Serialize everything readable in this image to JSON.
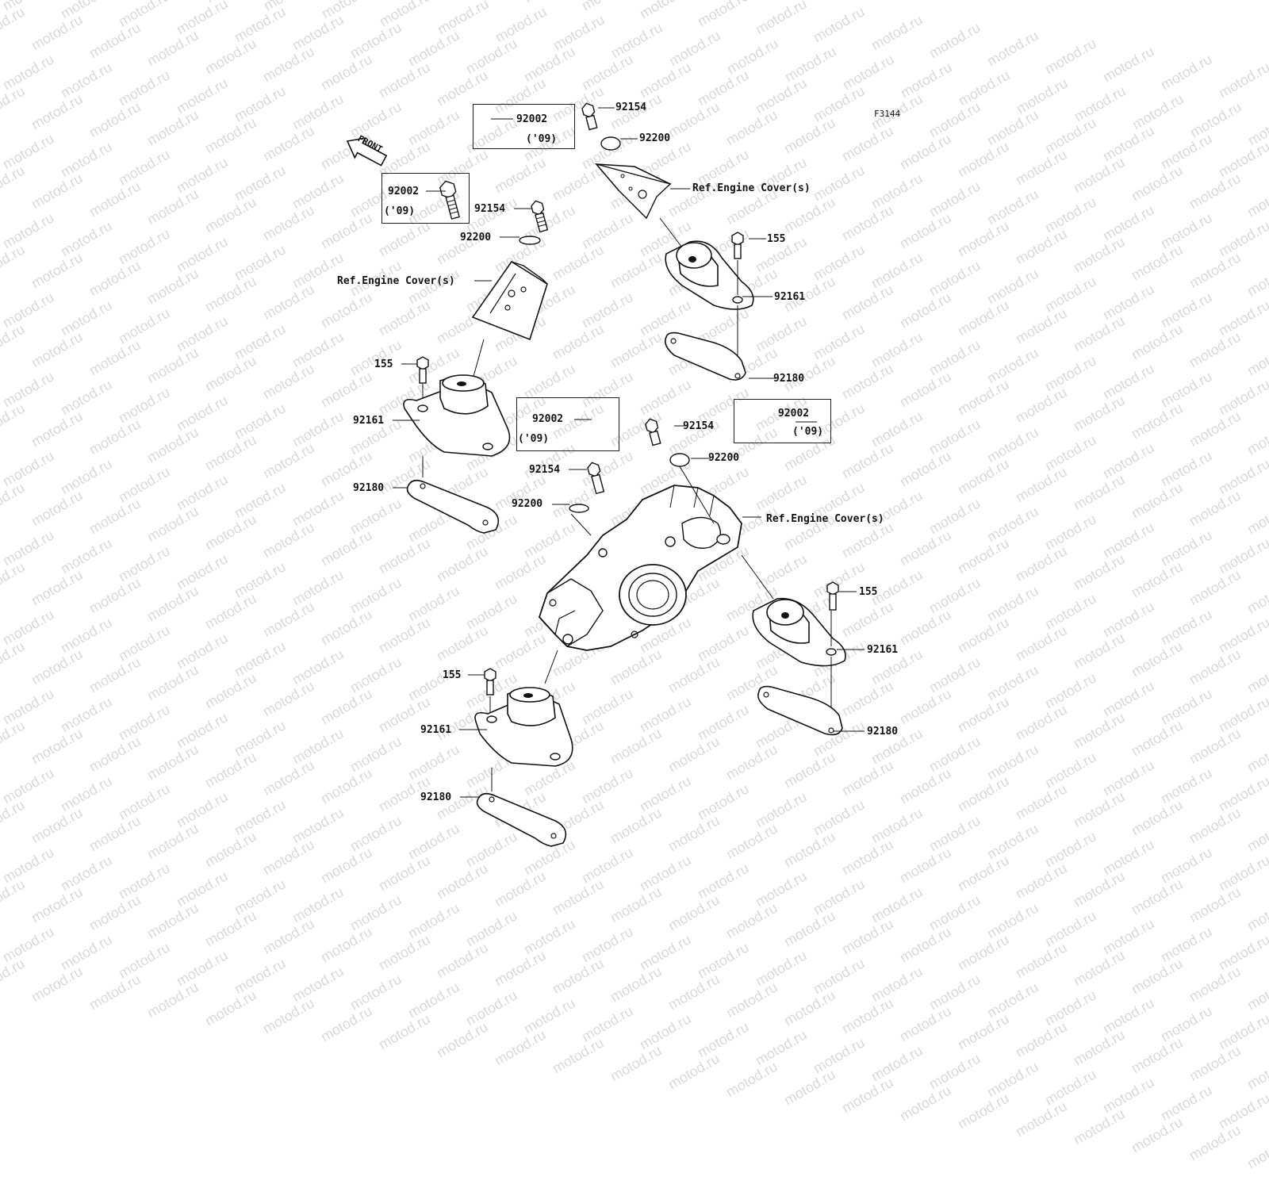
{
  "diagram": {
    "figure_code": "F3144",
    "front_arrow": "FRONT",
    "watermark": "motod.ru",
    "parts": {
      "p92002": "92002",
      "p92154": "92154",
      "p92200": "92200",
      "p155": "155",
      "p92161": "92161",
      "p92180": "92180",
      "year_09": "('09)",
      "ref_engine_cover": "Ref.Engine Cover(s)"
    }
  }
}
